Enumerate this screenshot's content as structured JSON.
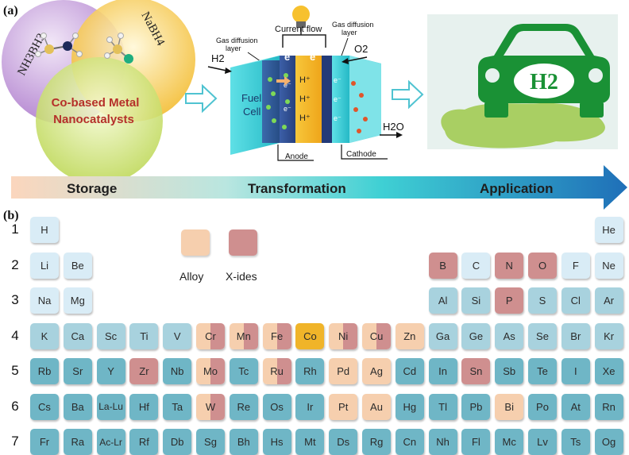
{
  "panel_a_label": "(a)",
  "panel_b_label": "(b)",
  "venn": {
    "circle1": "NH3BH3",
    "circle2": "NaBH4",
    "circle3_line1": "Co-based Metal",
    "circle3_line2": "Nanocatalysts"
  },
  "fuel_cell": {
    "current_flow": "Current flow",
    "gdl_left_1": "Gas diffusion",
    "gdl_left_2": "layer",
    "gdl_right_1": "Gas diffusion",
    "gdl_right_2": "layer",
    "h2": "H2",
    "o2": "O2",
    "h2o": "H2O",
    "fuel_cell_1": "Fuel",
    "fuel_cell_2": "Cell",
    "anode": "Anode",
    "cathode": "Cathode",
    "electron": "e⁻",
    "proton": "H⁺"
  },
  "car": {
    "badge": "H2"
  },
  "flow_bar": {
    "storage": "Storage",
    "transformation": "Transformation",
    "application": "Application"
  },
  "legend": {
    "alloy": "Alloy",
    "xides": "X-ides"
  },
  "colors": {
    "light": "#d9ecf6",
    "mid": "#a8d2de",
    "dark": "#6fb6c6",
    "alloy": "#f6cfae",
    "xides": "#cf8f8f",
    "cobalt": "#f0b429"
  },
  "periodic_table": {
    "row_numbers": [
      "1",
      "2",
      "3",
      "4",
      "5",
      "6",
      "7"
    ],
    "rows": [
      [
        {
          "s": "H",
          "c": "light"
        },
        null,
        null,
        null,
        null,
        null,
        null,
        null,
        null,
        null,
        null,
        null,
        null,
        null,
        null,
        null,
        null,
        {
          "s": "He",
          "c": "light"
        }
      ],
      [
        {
          "s": "Li",
          "c": "light"
        },
        {
          "s": "Be",
          "c": "light"
        },
        null,
        null,
        null,
        null,
        null,
        null,
        null,
        null,
        null,
        null,
        {
          "s": "B",
          "c": "xides"
        },
        {
          "s": "C",
          "c": "light"
        },
        {
          "s": "N",
          "c": "xides"
        },
        {
          "s": "O",
          "c": "xides"
        },
        {
          "s": "F",
          "c": "light"
        },
        {
          "s": "Ne",
          "c": "light"
        }
      ],
      [
        {
          "s": "Na",
          "c": "light"
        },
        {
          "s": "Mg",
          "c": "light"
        },
        null,
        null,
        null,
        null,
        null,
        null,
        null,
        null,
        null,
        null,
        {
          "s": "Al",
          "c": "mid"
        },
        {
          "s": "Si",
          "c": "mid"
        },
        {
          "s": "P",
          "c": "xides"
        },
        {
          "s": "S",
          "c": "mid"
        },
        {
          "s": "Cl",
          "c": "mid"
        },
        {
          "s": "Ar",
          "c": "mid"
        }
      ],
      [
        {
          "s": "K",
          "c": "mid"
        },
        {
          "s": "Ca",
          "c": "mid"
        },
        {
          "s": "Sc",
          "c": "mid"
        },
        {
          "s": "Ti",
          "c": "mid"
        },
        {
          "s": "V",
          "c": "mid"
        },
        {
          "s": "Cr",
          "c": "both"
        },
        {
          "s": "Mn",
          "c": "both"
        },
        {
          "s": "Fe",
          "c": "both"
        },
        {
          "s": "Co",
          "c": "cobalt"
        },
        {
          "s": "Ni",
          "c": "both"
        },
        {
          "s": "Cu",
          "c": "both"
        },
        {
          "s": "Zn",
          "c": "alloy"
        },
        {
          "s": "Ga",
          "c": "mid"
        },
        {
          "s": "Ge",
          "c": "mid"
        },
        {
          "s": "As",
          "c": "mid"
        },
        {
          "s": "Se",
          "c": "mid"
        },
        {
          "s": "Br",
          "c": "mid"
        },
        {
          "s": "Kr",
          "c": "mid"
        }
      ],
      [
        {
          "s": "Rb",
          "c": "dark"
        },
        {
          "s": "Sr",
          "c": "dark"
        },
        {
          "s": "Y",
          "c": "dark"
        },
        {
          "s": "Zr",
          "c": "xides"
        },
        {
          "s": "Nb",
          "c": "dark"
        },
        {
          "s": "Mo",
          "c": "both"
        },
        {
          "s": "Tc",
          "c": "dark"
        },
        {
          "s": "Ru",
          "c": "both"
        },
        {
          "s": "Rh",
          "c": "dark"
        },
        {
          "s": "Pd",
          "c": "alloy"
        },
        {
          "s": "Ag",
          "c": "alloy"
        },
        {
          "s": "Cd",
          "c": "dark"
        },
        {
          "s": "In",
          "c": "dark"
        },
        {
          "s": "Sn",
          "c": "xides"
        },
        {
          "s": "Sb",
          "c": "dark"
        },
        {
          "s": "Te",
          "c": "dark"
        },
        {
          "s": "I",
          "c": "dark"
        },
        {
          "s": "Xe",
          "c": "dark"
        }
      ],
      [
        {
          "s": "Cs",
          "c": "dark"
        },
        {
          "s": "Ba",
          "c": "dark"
        },
        {
          "s": "La-Lu",
          "c": "dark"
        },
        {
          "s": "Hf",
          "c": "dark"
        },
        {
          "s": "Ta",
          "c": "dark"
        },
        {
          "s": "W",
          "c": "both"
        },
        {
          "s": "Re",
          "c": "dark"
        },
        {
          "s": "Os",
          "c": "dark"
        },
        {
          "s": "Ir",
          "c": "dark"
        },
        {
          "s": "Pt",
          "c": "alloy"
        },
        {
          "s": "Au",
          "c": "alloy"
        },
        {
          "s": "Hg",
          "c": "dark"
        },
        {
          "s": "Tl",
          "c": "dark"
        },
        {
          "s": "Pb",
          "c": "dark"
        },
        {
          "s": "Bi",
          "c": "alloy"
        },
        {
          "s": "Po",
          "c": "dark"
        },
        {
          "s": "At",
          "c": "dark"
        },
        {
          "s": "Rn",
          "c": "dark"
        }
      ],
      [
        {
          "s": "Fr",
          "c": "dark"
        },
        {
          "s": "Ra",
          "c": "dark"
        },
        {
          "s": "Ac-Lr",
          "c": "dark"
        },
        {
          "s": "Rf",
          "c": "dark"
        },
        {
          "s": "Db",
          "c": "dark"
        },
        {
          "s": "Sg",
          "c": "dark"
        },
        {
          "s": "Bh",
          "c": "dark"
        },
        {
          "s": "Hs",
          "c": "dark"
        },
        {
          "s": "Mt",
          "c": "dark"
        },
        {
          "s": "Ds",
          "c": "dark"
        },
        {
          "s": "Rg",
          "c": "dark"
        },
        {
          "s": "Cn",
          "c": "dark"
        },
        {
          "s": "Nh",
          "c": "dark"
        },
        {
          "s": "Fl",
          "c": "dark"
        },
        {
          "s": "Mc",
          "c": "dark"
        },
        {
          "s": "Lv",
          "c": "dark"
        },
        {
          "s": "Ts",
          "c": "dark"
        },
        {
          "s": "Og",
          "c": "dark"
        }
      ]
    ]
  }
}
